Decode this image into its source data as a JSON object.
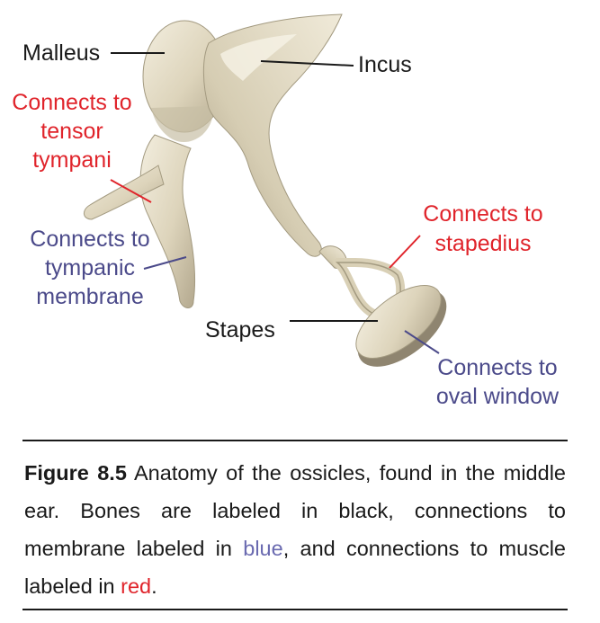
{
  "labels": {
    "malleus": "Malleus",
    "incus": "Incus",
    "stapes": "Stapes",
    "tensor": [
      "Connects to",
      "tensor",
      "tympani"
    ],
    "tympanic": [
      "Connects to",
      "tympanic",
      "membrane"
    ],
    "stapedius": [
      "Connects to",
      "stapedius"
    ],
    "oval": [
      "Connects to",
      "oval window"
    ]
  },
  "caption": {
    "figure": "Figure 8.5",
    "text1": " Anatomy of the ossicles, found in the middle ear. Bones are labeled in black, connections to membrane labeled in ",
    "blue_word": "blue",
    "text2": ", and connections to muscle labeled in ",
    "red_word": "red",
    "text3": "."
  },
  "colors": {
    "bone_labels": "#1a1a1a",
    "membrane_labels": "#4b4a8a",
    "muscle_labels": "#e0242b",
    "bone_fill": "#e4dcc6",
    "bone_shadow": "#a49a82"
  }
}
